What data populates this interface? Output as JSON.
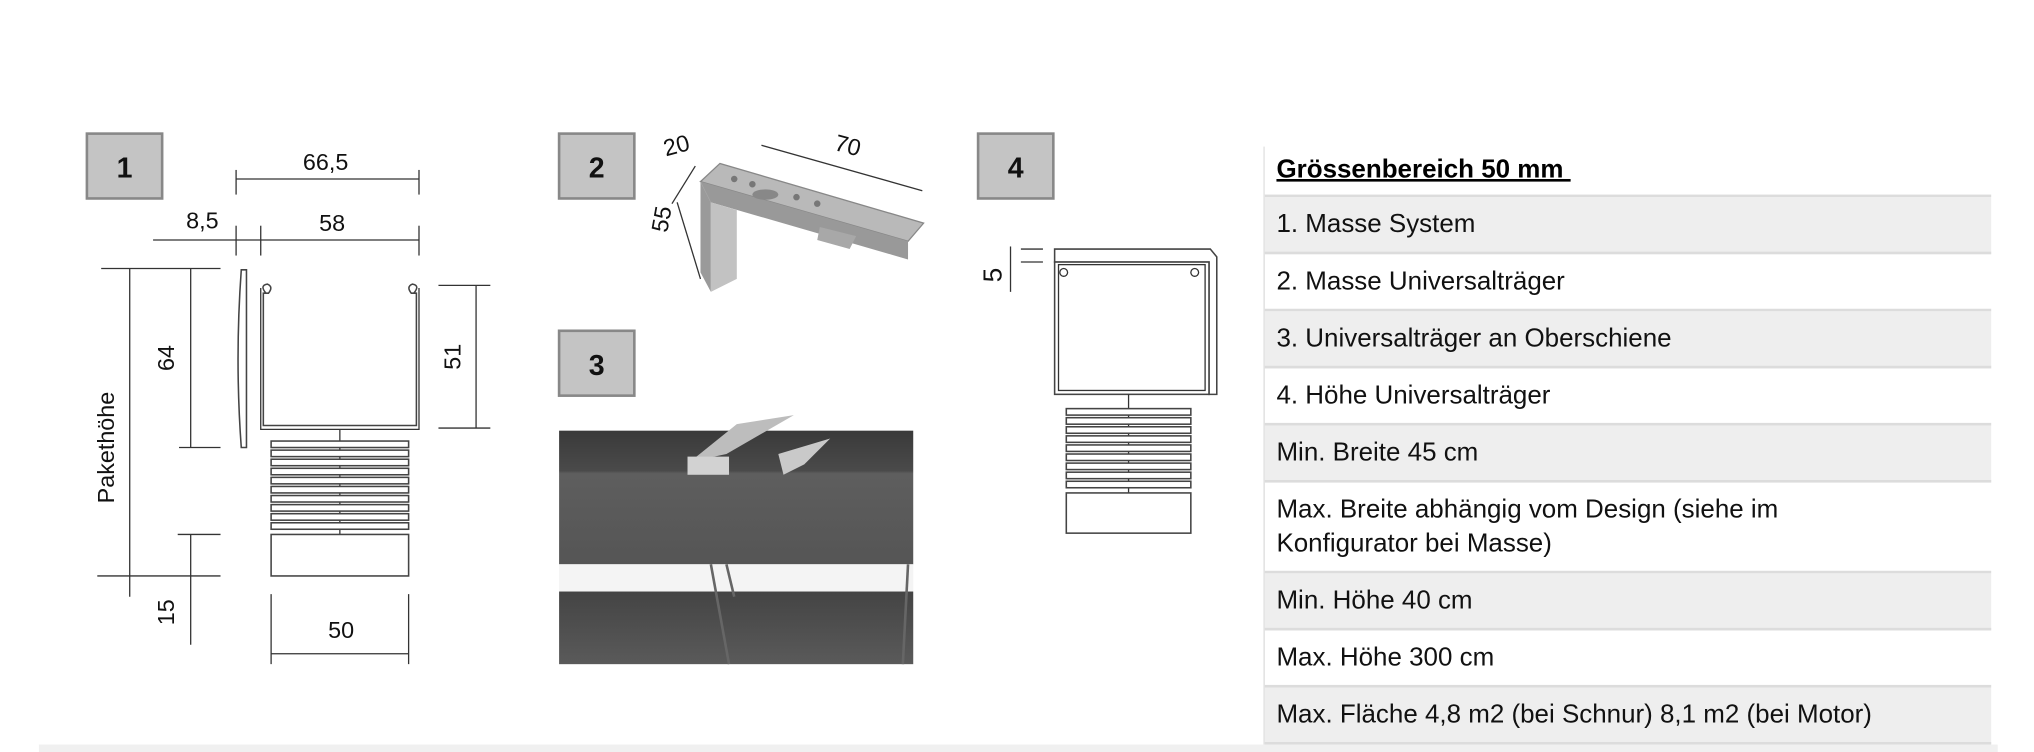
{
  "panels": [
    {
      "number": "1",
      "dims": {
        "total_width": "66,5",
        "offset": "8,5",
        "width": "58",
        "height_64": "64",
        "package_height": "Pakethöhe",
        "bottom": "15",
        "channel_height": "51",
        "slat_width": "50"
      }
    },
    {
      "number": "2",
      "dims": {
        "depth": "20",
        "length": "70",
        "height": "55"
      }
    },
    {
      "number": "3"
    },
    {
      "number": "4",
      "dims": {
        "clearance": "5"
      }
    }
  ],
  "spec": {
    "title": "Grössenbereich 50 mm ",
    "rows": [
      "1. Masse System",
      "2. Masse Universalträger",
      "3. Universalträger an Oberschiene",
      "4. Höhe Universalträger",
      "Min. Breite 45 cm",
      "Max. Breite abhängig vom Design (siehe im Konfigurator bei Masse)",
      "Min. Höhe 40 cm",
      "Max. Höhe 300 cm",
      "Max. Fläche 4,8 m2 (bei Schnur) 8,1 m2 (bei Motor)"
    ]
  }
}
